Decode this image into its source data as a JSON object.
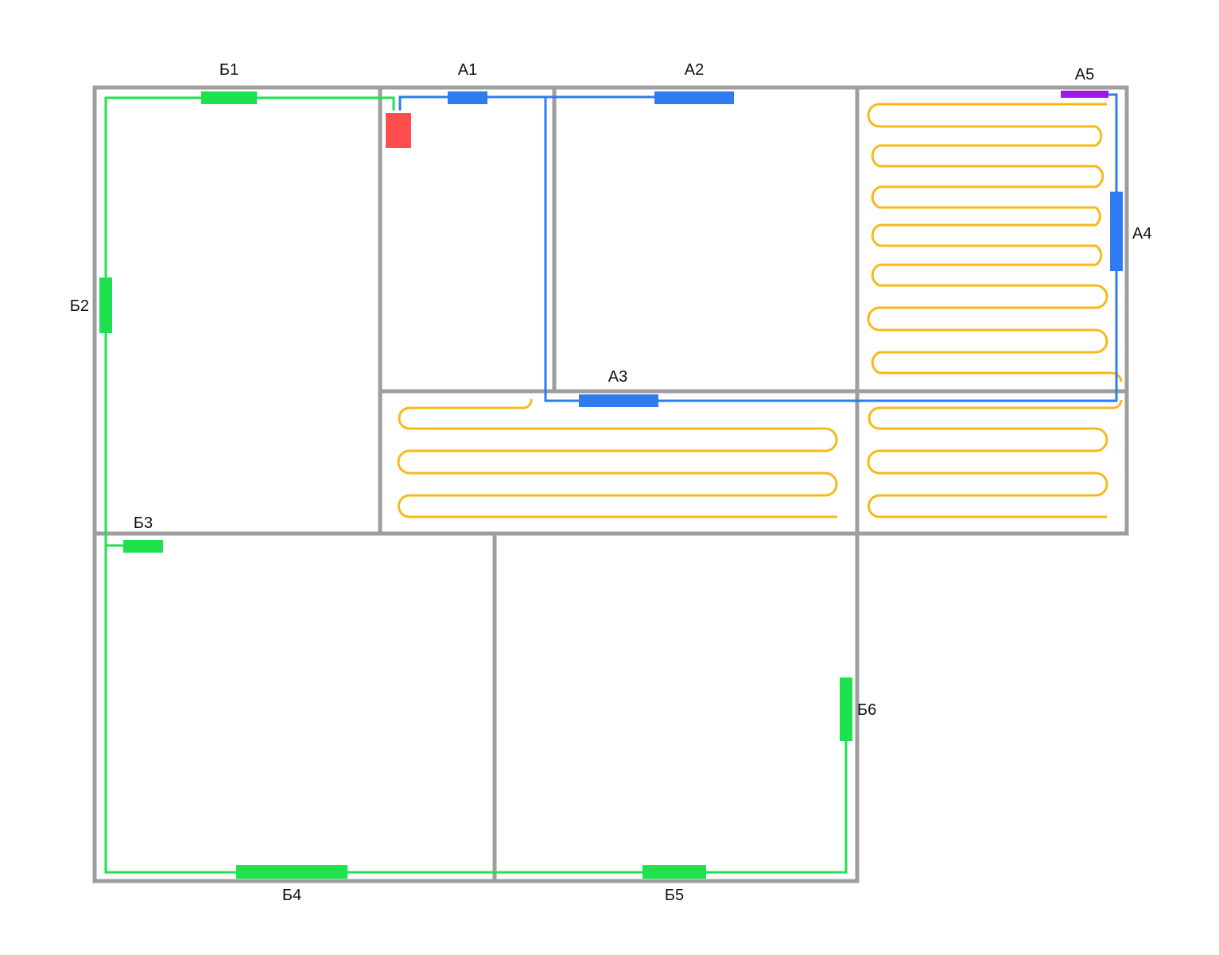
{
  "colors": {
    "wall": "#9e9e9e",
    "circuit_b": "#1de24d",
    "circuit_a": "#2e7cf0",
    "boiler": "#ff4d4d",
    "heated_floor": "#f8b91a",
    "a5_marker": "#9b1ce8"
  },
  "labels": {
    "a1": "А1",
    "a2": "А2",
    "a3": "А3",
    "a4": "А4",
    "a5": "А5",
    "b1": "Б1",
    "b2": "Б2",
    "b3": "Б3",
    "b4": "Б4",
    "b5": "Б5",
    "b6": "Б6"
  }
}
